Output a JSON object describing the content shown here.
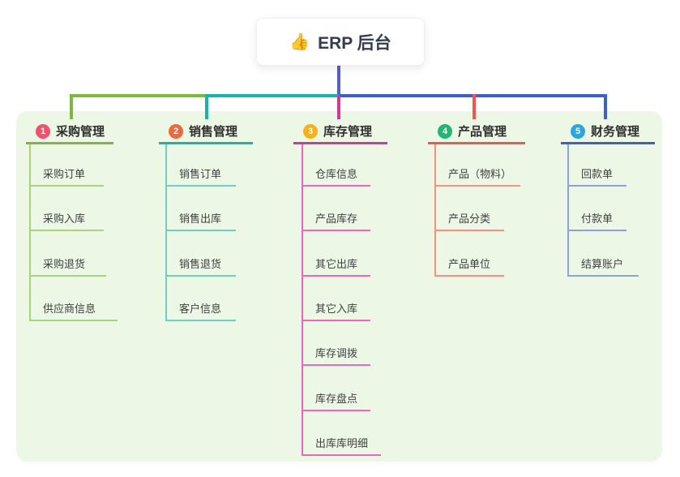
{
  "root": {
    "icon": "thumbs-up",
    "label": "ERP 后台"
  },
  "canvas": {
    "background": "#ffffff",
    "panel_color": "#ECF7E6",
    "root_stem_color": "#5560C8"
  },
  "branches": [
    {
      "badge": "1",
      "label": "采购管理",
      "badge_color": "#F4516C",
      "line_color": "#7CB93E",
      "child_line_color": "#A9D37B",
      "children": [
        "采购订单",
        "采购入库",
        "采购退货",
        "供应商信息"
      ]
    },
    {
      "badge": "2",
      "label": "销售管理",
      "badge_color": "#F0683F",
      "line_color": "#17B3AE",
      "child_line_color": "#6FCFC3",
      "children": [
        "销售订单",
        "销售出库",
        "销售退货",
        "客户信息"
      ]
    },
    {
      "badge": "3",
      "label": "库存管理",
      "badge_color": "#F9B115",
      "line_color": "#D6359E",
      "child_line_color": "#F266B8",
      "children": [
        "仓库信息",
        "产品库存",
        "其它出库",
        "其它入库",
        "库存调拨",
        "库存盘点",
        "出库库明细"
      ]
    },
    {
      "badge": "4",
      "label": "产品管理",
      "badge_color": "#22B573",
      "line_color": "#F4534E",
      "child_line_color": "#F5907F",
      "children": [
        "产品（物料）",
        "产品分类",
        "产品单位"
      ]
    },
    {
      "badge": "5",
      "label": "财务管理",
      "badge_color": "#2BA6DF",
      "line_color": "#3D60C8",
      "child_line_color": "#8BA2DF",
      "children": [
        "回款单",
        "付款单",
        "结算账户"
      ]
    }
  ]
}
